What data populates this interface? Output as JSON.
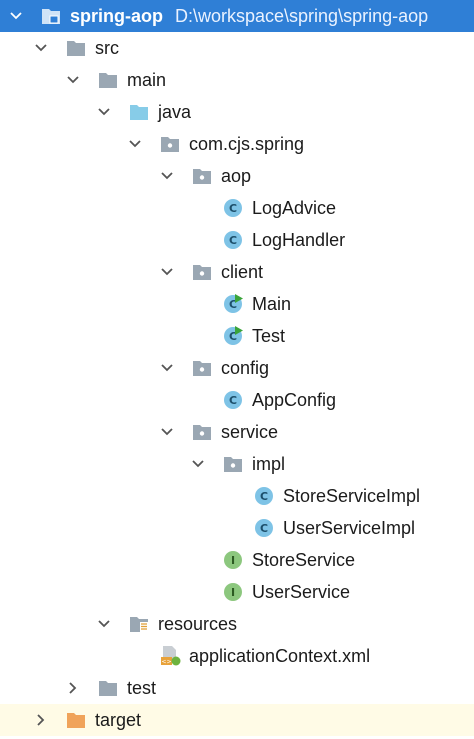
{
  "project": {
    "name": "spring-aop",
    "path": "D:\\workspace\\spring\\spring-aop"
  },
  "tree": {
    "src": "src",
    "main": "main",
    "java": "java",
    "package": "com.cjs.spring",
    "aop": "aop",
    "log_advice": "LogAdvice",
    "log_handler": "LogHandler",
    "client": "client",
    "main_class": "Main",
    "test_class": "Test",
    "config": "config",
    "app_config": "AppConfig",
    "service": "service",
    "impl": "impl",
    "store_service_impl": "StoreServiceImpl",
    "user_service_impl": "UserServiceImpl",
    "store_service": "StoreService",
    "user_service": "UserService",
    "resources": "resources",
    "app_context_xml": "applicationContext.xml",
    "test": "test",
    "target": "target"
  },
  "colors": {
    "selection": "#2f7fd6",
    "folder_gray": "#9aa7b3",
    "folder_source": "#87cce8",
    "folder_target": "#f0a35a",
    "class_icon": "#7ec3e6",
    "interface_icon": "#8cc77e",
    "run_marker": "#3aa43a"
  }
}
